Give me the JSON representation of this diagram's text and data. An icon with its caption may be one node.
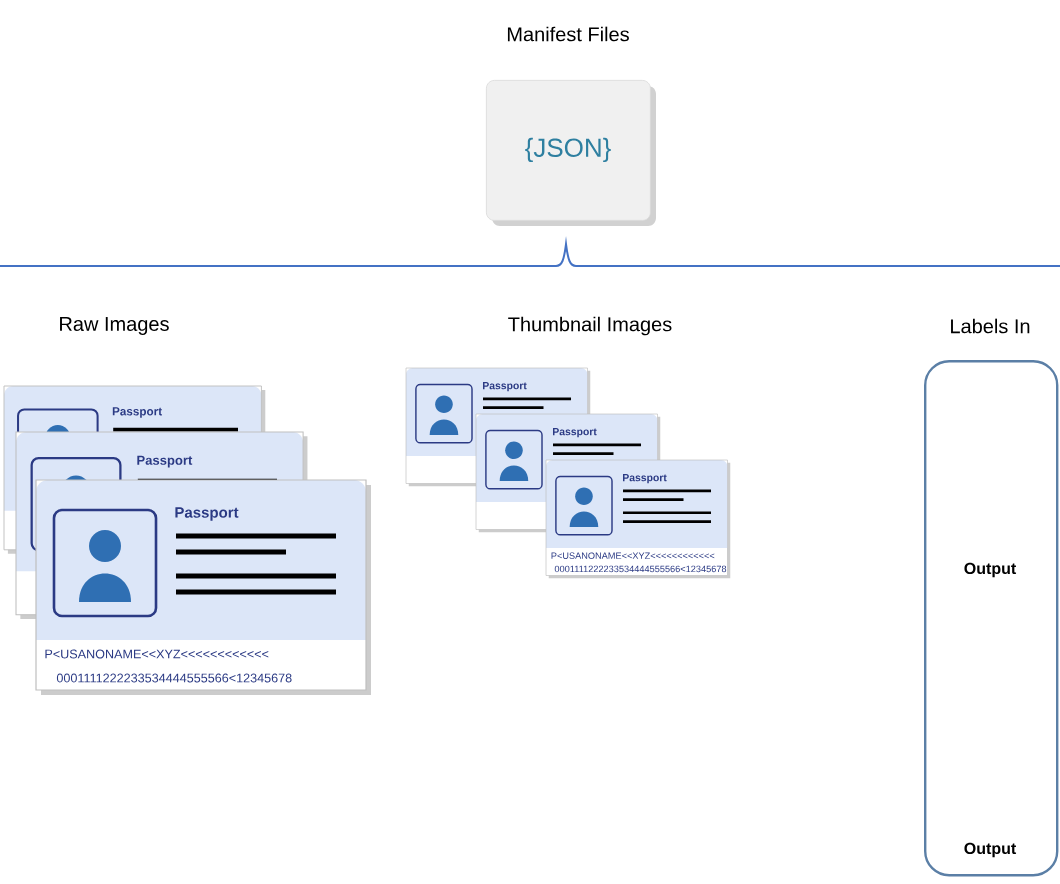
{
  "diagram": {
    "nodes": [
      {
        "text": [
          "Manifest Files",
          "{JSON}"
        ]
      },
      {
        "text": [
          "Passport",
          "Passport",
          "Passport",
          "P<USANONAME<<XYZ<<<<<<<<<<<<",
          "0001111222233534444555566<12345678"
        ]
      },
      {
        "text": [
          "Passport",
          "Passport",
          "Passport",
          "P<USANONAME<<XYZ<<<<<<<<<<<<",
          "0001111222233534444555566<12345678"
        ]
      },
      {
        "text": [
          "Labels In"
        ]
      }
    ],
    "labels": [
      "Raw Images",
      "Thumbnail Images",
      "Output",
      "Output"
    ]
  }
}
